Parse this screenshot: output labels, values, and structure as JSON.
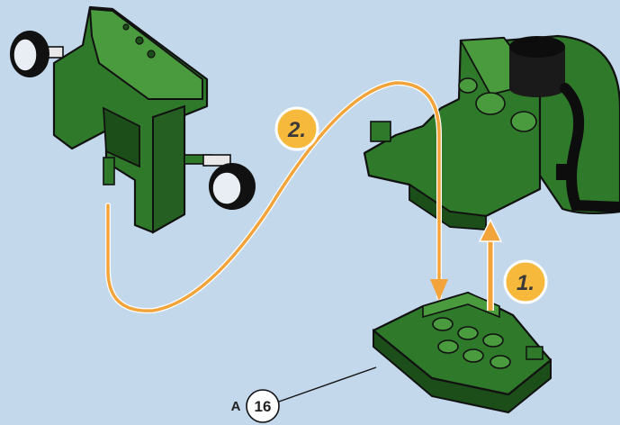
{
  "steps": [
    {
      "label": "1."
    },
    {
      "label": "2."
    }
  ],
  "part_callout": {
    "letter": "A",
    "quantity": "16"
  },
  "colors": {
    "background": "#c3d8ea",
    "part_green": "#2f7a2a",
    "part_green_dark": "#1c4e19",
    "part_green_light": "#4a9a3e",
    "arrow_orange": "#f2a33a",
    "badge_fill": "#f6b93b",
    "badge_ring": "#ffffff",
    "outline": "#111111"
  },
  "icons": [
    "step-badge",
    "assembly-arrow",
    "green-frame-part",
    "green-base-block",
    "green-connector-block",
    "black-wheel"
  ]
}
